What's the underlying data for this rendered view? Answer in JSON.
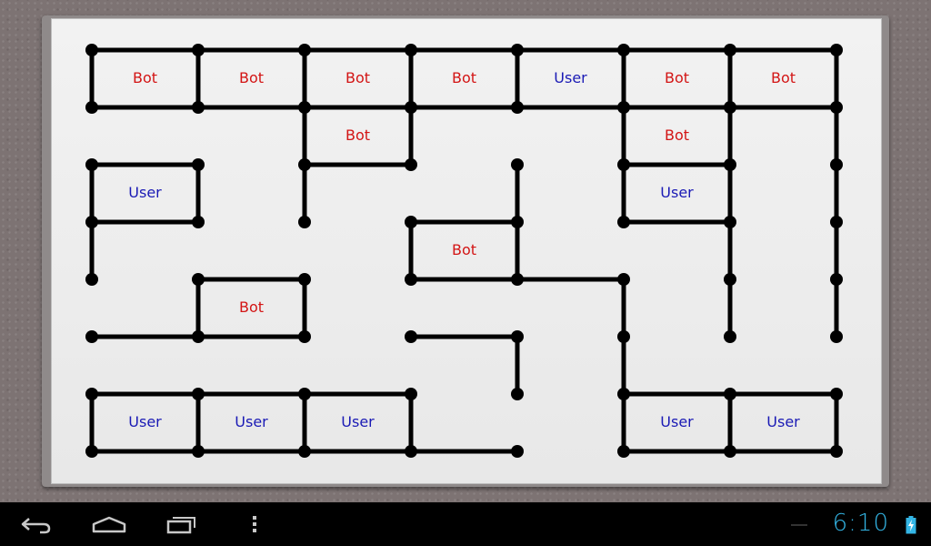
{
  "game": {
    "players": {
      "bot": "Bot",
      "user": "User"
    },
    "colors": {
      "bot": "#d31515",
      "user": "#1a1ab5",
      "line": "#000000",
      "board": "#ececec"
    },
    "grid": {
      "cols": 8,
      "rows": 8
    },
    "edges": [
      [
        0,
        0,
        1,
        0
      ],
      [
        1,
        0,
        2,
        0
      ],
      [
        2,
        0,
        3,
        0
      ],
      [
        3,
        0,
        4,
        0
      ],
      [
        4,
        0,
        5,
        0
      ],
      [
        5,
        0,
        6,
        0
      ],
      [
        6,
        0,
        7,
        0
      ],
      [
        0,
        1,
        1,
        1
      ],
      [
        1,
        1,
        2,
        1
      ],
      [
        2,
        1,
        3,
        1
      ],
      [
        3,
        1,
        4,
        1
      ],
      [
        4,
        1,
        5,
        1
      ],
      [
        5,
        1,
        6,
        1
      ],
      [
        6,
        1,
        7,
        1
      ],
      [
        0,
        0,
        0,
        1
      ],
      [
        1,
        0,
        1,
        1
      ],
      [
        2,
        0,
        2,
        1
      ],
      [
        3,
        0,
        3,
        1
      ],
      [
        4,
        0,
        4,
        1
      ],
      [
        5,
        0,
        5,
        1
      ],
      [
        6,
        0,
        6,
        1
      ],
      [
        7,
        0,
        7,
        1
      ],
      [
        2,
        1,
        2,
        2
      ],
      [
        3,
        1,
        3,
        2
      ],
      [
        2,
        2,
        3,
        2
      ],
      [
        5,
        1,
        5,
        2
      ],
      [
        6,
        1,
        6,
        2
      ],
      [
        5,
        2,
        6,
        2
      ],
      [
        7,
        1,
        7,
        2
      ],
      [
        7,
        2,
        7,
        3
      ],
      [
        7,
        3,
        7,
        4
      ],
      [
        7,
        4,
        7,
        5
      ],
      [
        0,
        2,
        1,
        2
      ],
      [
        0,
        3,
        1,
        3
      ],
      [
        0,
        2,
        0,
        3
      ],
      [
        1,
        2,
        1,
        3
      ],
      [
        2,
        2,
        2,
        3
      ],
      [
        5,
        2,
        5,
        3
      ],
      [
        6,
        2,
        6,
        3
      ],
      [
        5,
        3,
        6,
        3
      ],
      [
        6,
        3,
        6,
        4
      ],
      [
        6,
        4,
        6,
        5
      ],
      [
        4,
        2,
        4,
        3
      ],
      [
        3,
        3,
        4,
        3
      ],
      [
        3,
        4,
        4,
        4
      ],
      [
        3,
        3,
        3,
        4
      ],
      [
        4,
        3,
        4,
        4
      ],
      [
        0,
        3,
        0,
        4
      ],
      [
        4,
        4,
        5,
        4
      ],
      [
        5,
        4,
        5,
        5
      ],
      [
        5,
        5,
        5,
        6
      ],
      [
        1,
        4,
        2,
        4
      ],
      [
        1,
        5,
        2,
        5
      ],
      [
        1,
        4,
        1,
        5
      ],
      [
        2,
        4,
        2,
        5
      ],
      [
        0,
        5,
        1,
        5
      ],
      [
        3,
        5,
        4,
        5
      ],
      [
        4,
        5,
        4,
        6
      ],
      [
        0,
        6,
        1,
        6
      ],
      [
        1,
        6,
        2,
        6
      ],
      [
        2,
        6,
        3,
        6
      ],
      [
        0,
        7,
        1,
        7
      ],
      [
        1,
        7,
        2,
        7
      ],
      [
        2,
        7,
        3,
        7
      ],
      [
        3,
        7,
        4,
        7
      ],
      [
        0,
        6,
        0,
        7
      ],
      [
        1,
        6,
        1,
        7
      ],
      [
        2,
        6,
        2,
        7
      ],
      [
        3,
        6,
        3,
        7
      ],
      [
        5,
        6,
        6,
        6
      ],
      [
        6,
        6,
        7,
        6
      ],
      [
        5,
        7,
        6,
        7
      ],
      [
        6,
        7,
        7,
        7
      ],
      [
        5,
        6,
        5,
        7
      ],
      [
        6,
        6,
        6,
        7
      ],
      [
        7,
        6,
        7,
        7
      ]
    ],
    "boxes": [
      {
        "col": 0,
        "row": 0,
        "owner": "bot"
      },
      {
        "col": 1,
        "row": 0,
        "owner": "bot"
      },
      {
        "col": 2,
        "row": 0,
        "owner": "bot"
      },
      {
        "col": 3,
        "row": 0,
        "owner": "bot"
      },
      {
        "col": 4,
        "row": 0,
        "owner": "user"
      },
      {
        "col": 5,
        "row": 0,
        "owner": "bot"
      },
      {
        "col": 6,
        "row": 0,
        "owner": "bot"
      },
      {
        "col": 2,
        "row": 1,
        "owner": "bot"
      },
      {
        "col": 5,
        "row": 1,
        "owner": "bot"
      },
      {
        "col": 0,
        "row": 2,
        "owner": "user"
      },
      {
        "col": 5,
        "row": 2,
        "owner": "user"
      },
      {
        "col": 3,
        "row": 3,
        "owner": "bot"
      },
      {
        "col": 1,
        "row": 4,
        "owner": "bot"
      },
      {
        "col": 0,
        "row": 6,
        "owner": "user"
      },
      {
        "col": 1,
        "row": 6,
        "owner": "user"
      },
      {
        "col": 2,
        "row": 6,
        "owner": "user"
      },
      {
        "col": 5,
        "row": 6,
        "owner": "user"
      },
      {
        "col": 6,
        "row": 6,
        "owner": "user"
      }
    ]
  },
  "system_bar": {
    "back_icon": "back-arrow-icon",
    "home_icon": "home-icon",
    "recent_icon": "recent-apps-icon",
    "menu_icon": "overflow-menu-icon",
    "time": "6:10",
    "battery_icon": "battery-charging-icon",
    "accent": "#33b5e5"
  }
}
